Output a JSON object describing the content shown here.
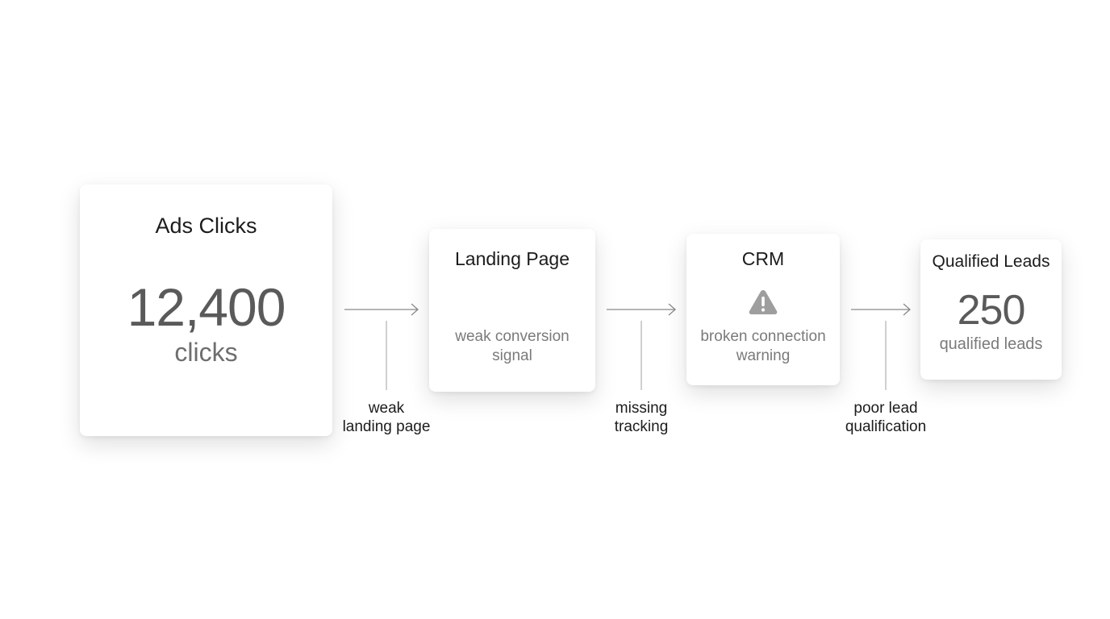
{
  "stages": [
    {
      "title": "Ads Clicks",
      "value": "12,400",
      "unit": "clicks"
    },
    {
      "title": "Landing Page",
      "note_line1": "weak conversion",
      "note_line2": "signal"
    },
    {
      "title": "CRM",
      "icon": "warning-icon",
      "note_line1": "broken connection",
      "note_line2": "warning"
    },
    {
      "title": "Qualified Leads",
      "value": "250",
      "unit": "qualified leads"
    }
  ],
  "leaks": [
    {
      "line1": "weak",
      "line2": "landing page"
    },
    {
      "line1": "missing",
      "line2": "tracking"
    },
    {
      "line1": "poor lead",
      "line2": "qualification"
    }
  ],
  "colors": {
    "text_dark": "#1c1c1c",
    "text_muted": "#7a7a7a",
    "number": "#5a5a5a",
    "line": "#8a8a8a",
    "warning_icon": "#9e9e9e"
  }
}
